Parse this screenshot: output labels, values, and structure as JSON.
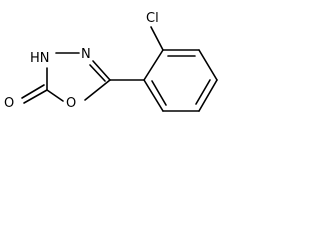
{
  "structure": {
    "atoms": {
      "nh": "HN",
      "n": "N",
      "o_ring": "O",
      "o_carbonyl": "O",
      "cl": "Cl"
    }
  }
}
